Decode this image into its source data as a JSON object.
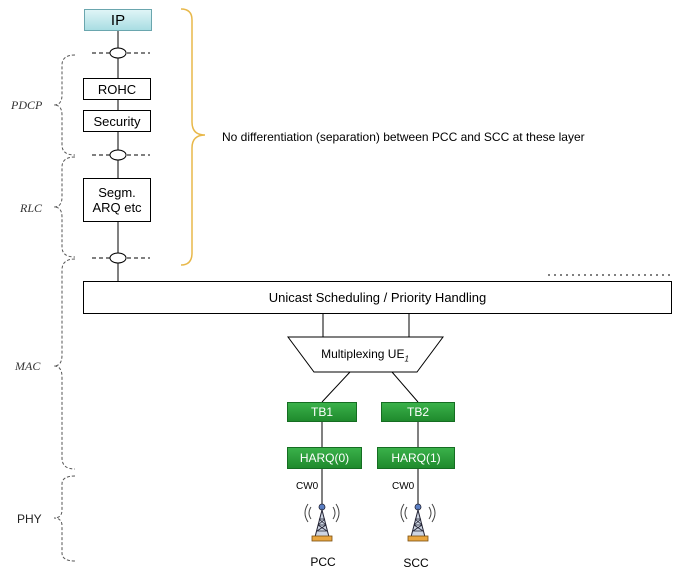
{
  "stack": {
    "ip": "IP",
    "rohc": "ROHC",
    "security": "Security",
    "segm_line1": "Segm.",
    "segm_line2": "ARQ etc"
  },
  "layers": {
    "pdcp": "PDCP",
    "rlc": "RLC",
    "mac": "MAC",
    "phy": "PHY"
  },
  "brace_note": "No differentiation  (separation)  between  PCC and SCC at these layer",
  "scheduler": "Unicast Scheduling / Priority Handling",
  "mux": {
    "label": "Multiplexing UE",
    "subscript": "1"
  },
  "carriers": [
    {
      "tb": "TB1",
      "harq": "HARQ(0)",
      "cw": "CW0",
      "name": "PCC"
    },
    {
      "tb": "TB2",
      "harq": "HARQ(1)",
      "cw": "CW0",
      "name": "SCC"
    }
  ],
  "colors": {
    "green": "#1f8a2d",
    "ip_fill": "#a9dde3",
    "brace": "#e8b84a"
  }
}
